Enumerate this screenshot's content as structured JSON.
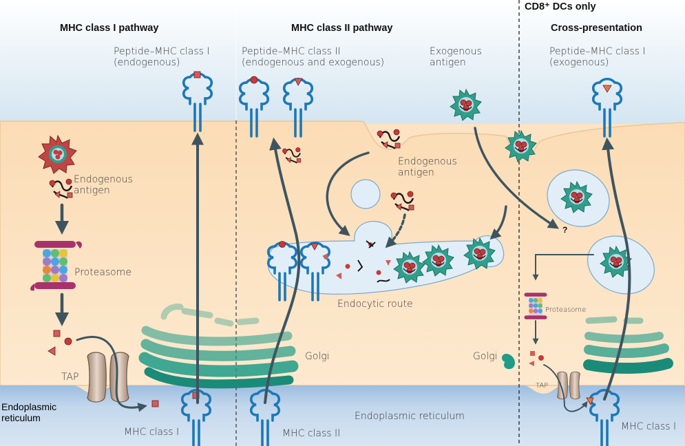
{
  "headers": {
    "cd8_only": "CD8⁺ DCs only",
    "mhc1_pathway": "MHC class I pathway",
    "mhc2_pathway": "MHC class II pathway",
    "cross_presentation": "Cross-presentation"
  },
  "labels": {
    "peptide_mhc1_line1": "Peptide–MHC class I",
    "peptide_mhc1_line2": "(endogenous)",
    "peptide_mhc2_line1": "Peptide–MHC class II",
    "peptide_mhc2_line2": "(endogenous and exogenous)",
    "exogenous_line1": "Exogenous",
    "exogenous_line2": "antigen",
    "peptide_cross_line1": "Peptide–MHC class I",
    "peptide_cross_line2": "(exogenous)",
    "endogenous_left_line1": "Endogenous",
    "endogenous_left_line2": "antigen",
    "endogenous_mid_line1": "Endogenous",
    "endogenous_mid_line2": "antigen",
    "proteasome": "Proteasome",
    "proteasome_small": "Proteasome",
    "tap": "TAP",
    "tap_small": "TAP",
    "endocytic_route": "Endocytic route",
    "golgi_left": "Golgi",
    "golgi_right": "Golgi",
    "question": "?",
    "er_line1": "Endoplasmic",
    "er_line2": "reticulum",
    "er_center": "Endoplasmic reticulum",
    "mhc1_left": "MHC class I",
    "mhc2": "MHC class II",
    "mhc1_right": "MHC class I"
  },
  "colors": {
    "extracellular": "#ddeaf3",
    "cytoplasm": "#fbe3c3",
    "er": "#c5d8ea",
    "mhc": "#1c78b8",
    "golgi": "#1f9b88",
    "arrow": "#3e5560",
    "antigen_red": "#c63a3a",
    "vesicle": "#e1eef8"
  }
}
